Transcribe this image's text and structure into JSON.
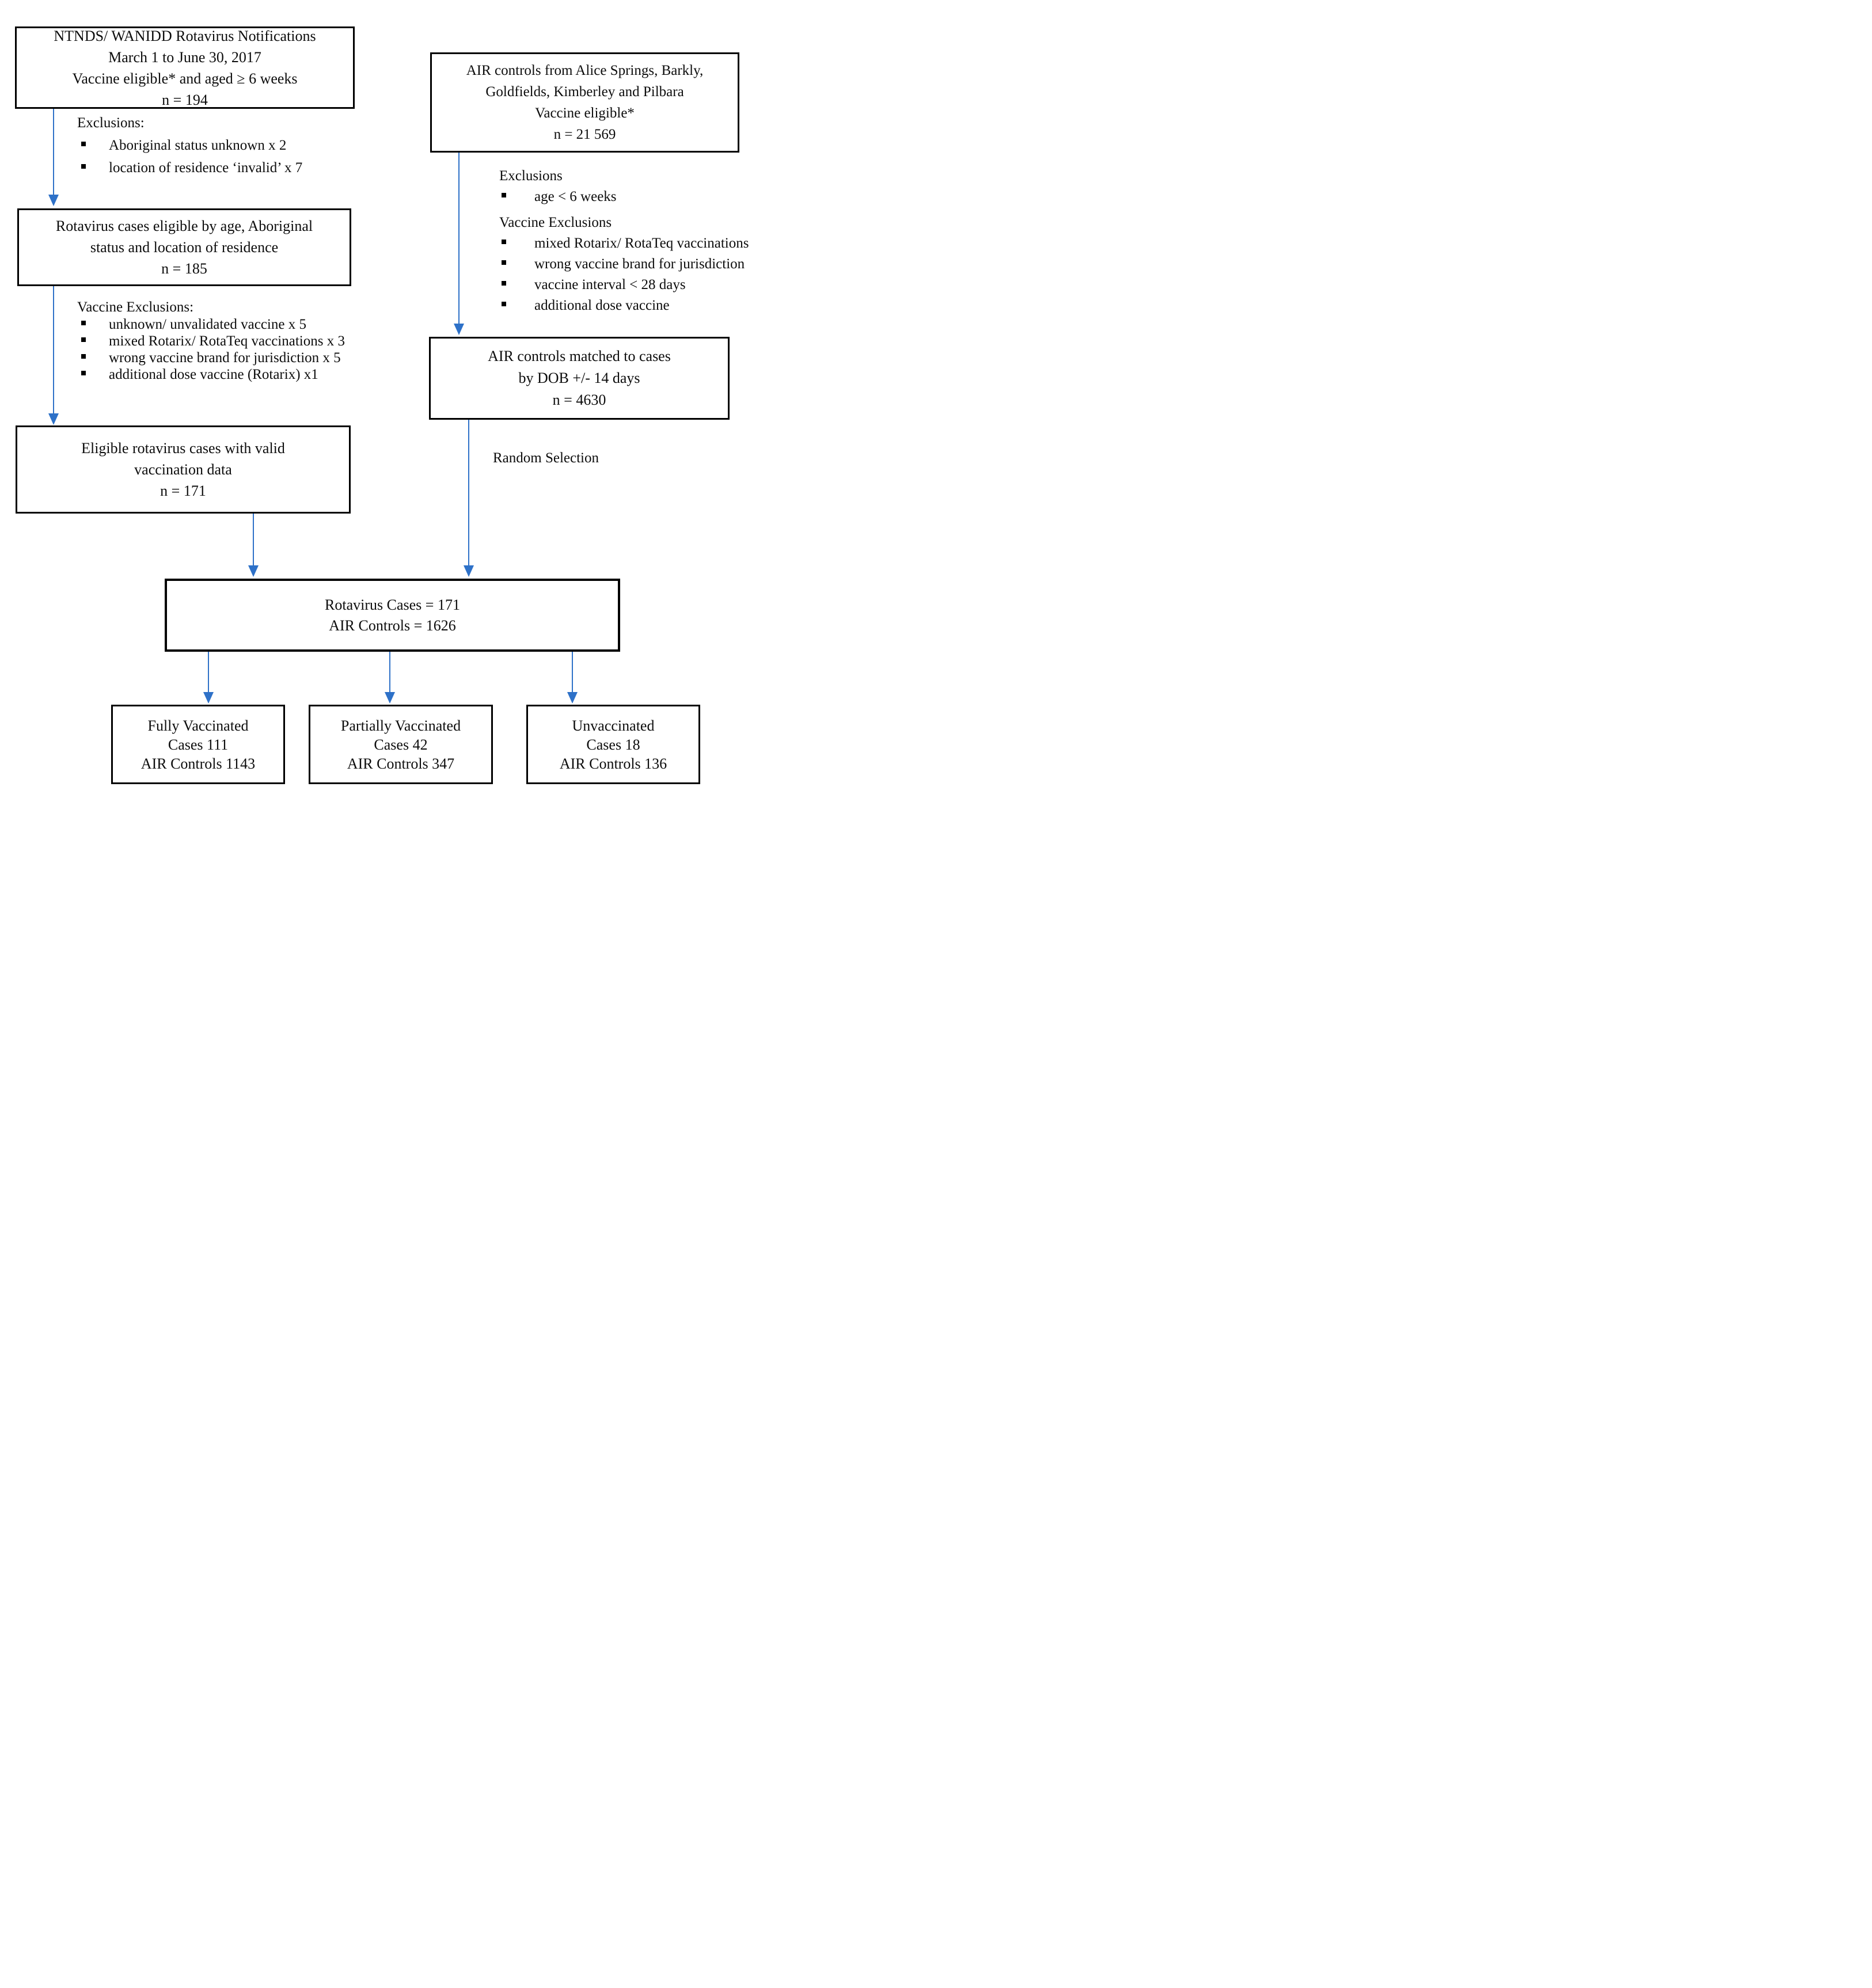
{
  "figure": {
    "background": "#ffffff",
    "arrow_color": "#2e71c8",
    "border_color": "#000000",
    "boxes": {
      "notifications": {
        "lines": [
          "NTNDS/ WANIDD Rotavirus Notifications",
          "March 1 to June 30, 2017",
          "Vaccine eligible* and aged ≥ 6 weeks",
          "n = 194"
        ]
      },
      "air_controls": {
        "lines": [
          "AIR controls from Alice Springs, Barkly,",
          "Goldfields, Kimberley and Pilbara",
          "Vaccine eligible*",
          "n = 21 569"
        ]
      },
      "eligible_cases": {
        "lines": [
          "Rotavirus cases eligible by age, Aboriginal",
          "status and location of residence",
          "n = 185"
        ]
      },
      "valid_cases": {
        "lines": [
          "Eligible rotavirus cases with valid",
          "vaccination data",
          "n = 171"
        ]
      },
      "air_matched": {
        "lines": [
          "AIR controls matched to cases",
          "by DOB +/- 14 days",
          "n = 4630"
        ]
      },
      "combined": {
        "lines": [
          "Rotavirus Cases = 171",
          "AIR Controls = 1626"
        ]
      },
      "fully_vaccinated": {
        "lines": [
          "Fully Vaccinated",
          "Cases 111",
          "AIR Controls 1143"
        ]
      },
      "partially_vaccinated": {
        "lines": [
          "Partially Vaccinated",
          "Cases 42",
          "AIR Controls 347"
        ]
      },
      "unvaccinated": {
        "lines": [
          "Unvaccinated",
          "Cases 18",
          "AIR Controls 136"
        ]
      }
    },
    "annotations": {
      "left_exclusions": {
        "title": "Exclusions:",
        "items": [
          "Aboriginal status unknown x 2",
          "location of residence ‘invalid’ x 7"
        ]
      },
      "left_vaccine_exclusions": {
        "title": "Vaccine Exclusions:",
        "items": [
          "unknown/ unvalidated vaccine x 5",
          "mixed Rotarix/ RotaTeq vaccinations x 3",
          "wrong vaccine brand for jurisdiction x 5",
          "additional dose vaccine (Rotarix) x1"
        ]
      },
      "right_exclusions": {
        "title": "Exclusions",
        "items": [
          "age < 6 weeks"
        ]
      },
      "right_vaccine_exclusions": {
        "title": "Vaccine Exclusions",
        "items": [
          "mixed Rotarix/ RotaTeq vaccinations",
          "wrong vaccine brand for jurisdiction",
          "vaccine interval < 28 days",
          "additional dose vaccine"
        ]
      },
      "random_selection_label": "Random Selection"
    }
  }
}
